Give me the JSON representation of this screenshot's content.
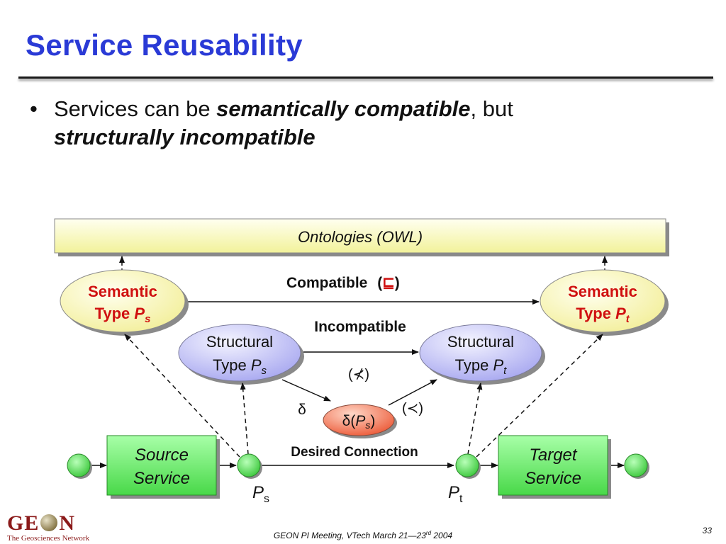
{
  "slide": {
    "title": "Service Reusability",
    "bullet": {
      "prefix": "Services can be ",
      "em1": "semantically compatible",
      "mid": ", but",
      "em2": "structurally incompatible"
    }
  },
  "diagram": {
    "ontology_label": "Ontologies (OWL)",
    "semantic_source": {
      "line1": "Semantic",
      "line2": "Type ",
      "var": "P",
      "sub": "s"
    },
    "semantic_target": {
      "line1": "Semantic",
      "line2": "Type ",
      "var": "P",
      "sub": "t"
    },
    "structural_source": {
      "line1": "Structural",
      "line2": "Type ",
      "var": "P",
      "sub": "s"
    },
    "structural_target": {
      "line1": "Structural",
      "line2": "Type ",
      "var": "P",
      "sub": "t"
    },
    "compatible_label": "Compatible",
    "compatible_symbol_open": "(",
    "compatible_symbol": "⊑",
    "compatible_symbol_close": ")",
    "incompatible_label": "Incompatible",
    "not_subtype_symbol": "(⊀)",
    "subtype_symbol": "(≺)",
    "delta_label": "δ",
    "delta_node": {
      "prefix": "δ(",
      "var": "P",
      "sub": "s",
      "suffix": ")"
    },
    "source_service": {
      "line1": "Source",
      "line2": "Service"
    },
    "target_service": {
      "line1": "Target",
      "line2": "Service"
    },
    "desired_connection_label": "Desired Connection",
    "port_source": {
      "var": "P",
      "sub": "s"
    },
    "port_target": {
      "var": "P",
      "sub": "t"
    }
  },
  "footer": {
    "meeting": "GEON PI Meeting, VTech March 21—23",
    "meeting_sup": "rd",
    "meeting_year": " 2004",
    "page_number": "33",
    "logo_text_left": "GE",
    "logo_text_right": "N",
    "logo_subtitle": "The Geosciences Network"
  },
  "colors": {
    "title": "#2a3ad6",
    "semantic_text": "#d01010",
    "service_fill": "#66ee66",
    "structural_fill": "#c8c8f8",
    "delta_fill": "#f27b5c",
    "ontology_fill": "#fafac0"
  }
}
